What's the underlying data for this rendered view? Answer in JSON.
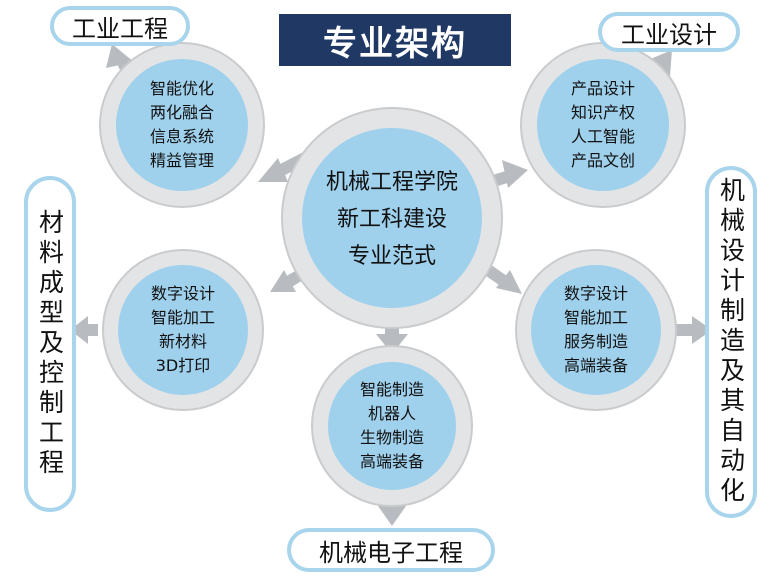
{
  "title": "专业架构",
  "center": {
    "lines": [
      "机械工程学院",
      "新工科建设",
      "专业范式"
    ]
  },
  "nodes": {
    "top_left": {
      "lines": [
        "智能优化",
        "两化融合",
        "信息系统",
        "精益管理"
      ],
      "label": "工业工程"
    },
    "top_right": {
      "lines": [
        "产品设计",
        "知识产权",
        "人工智能",
        "产品文创"
      ],
      "label": "工业设计"
    },
    "mid_left": {
      "lines": [
        "数字设计",
        "智能加工",
        "新材料",
        "3D打印"
      ],
      "label": "材料成型及控制工程"
    },
    "mid_right": {
      "lines": [
        "数字设计",
        "智能加工",
        "服务制造",
        "高端装备"
      ],
      "label": "机械设计制造及其自动化"
    },
    "bottom": {
      "lines": [
        "智能制造",
        "机器人",
        "生物制造",
        "高端装备"
      ],
      "label": "机械电子工程"
    }
  },
  "colors": {
    "title_bg": "#1f3864",
    "circle_fill": "#9fd0ec",
    "ring": "#e3e4e6",
    "ring_shadow": "#c9cbcd",
    "pill_border": "#a8d4ec",
    "arrow": "#b8bcc0"
  }
}
